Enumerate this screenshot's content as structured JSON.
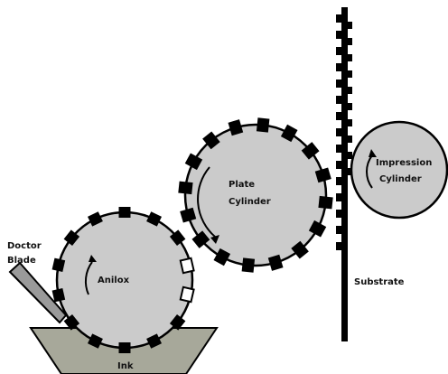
{
  "labels": {
    "doctor_blade_line1": "Doctor",
    "doctor_blade_line2": "Blade",
    "anilox": "Anilox",
    "plate_line1": "Plate",
    "plate_line2": "Cylinder",
    "impression_line1": "Impression",
    "impression_line2": "Cylinder",
    "substrate": "Substrate",
    "ink": "Ink"
  },
  "colors": {
    "cylinder_fill": "#cbcbcb",
    "ink_tray_fill": "#a7a89a",
    "outline": "#000000",
    "blade_fill": "#9a9a9a",
    "background": "#ffffff"
  }
}
